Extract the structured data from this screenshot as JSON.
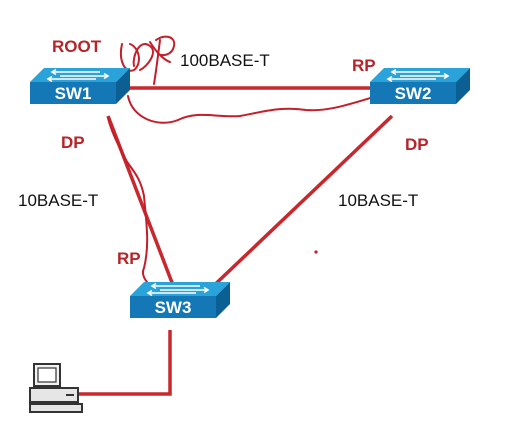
{
  "colors": {
    "link": "#c8282d",
    "role_label": "#b5252a",
    "media_label": "#111111",
    "ink": "#c41e2a",
    "switch_top": "#2aa3da",
    "switch_front": "#1478b6",
    "switch_side": "#0c5f93",
    "switch_arrow": "#ffffff"
  },
  "switches": {
    "sw1": {
      "label": "SW1",
      "icon": "switch-icon"
    },
    "sw2": {
      "label": "SW2",
      "icon": "switch-icon"
    },
    "sw3": {
      "label": "SW3",
      "icon": "switch-icon"
    }
  },
  "host": {
    "icon": "pc-icon"
  },
  "labels": {
    "root": "ROOT",
    "sw1_top_port": "DP",
    "sw1_down_port": "DP",
    "sw2_left_port": "RP",
    "sw2_down_port": "DP",
    "sw3_up_port": "RP",
    "link_sw1_sw2_media": "100BASE-T",
    "link_sw1_sw3_media": "10BASE-T",
    "link_sw2_sw3_media": "10BASE-T"
  }
}
